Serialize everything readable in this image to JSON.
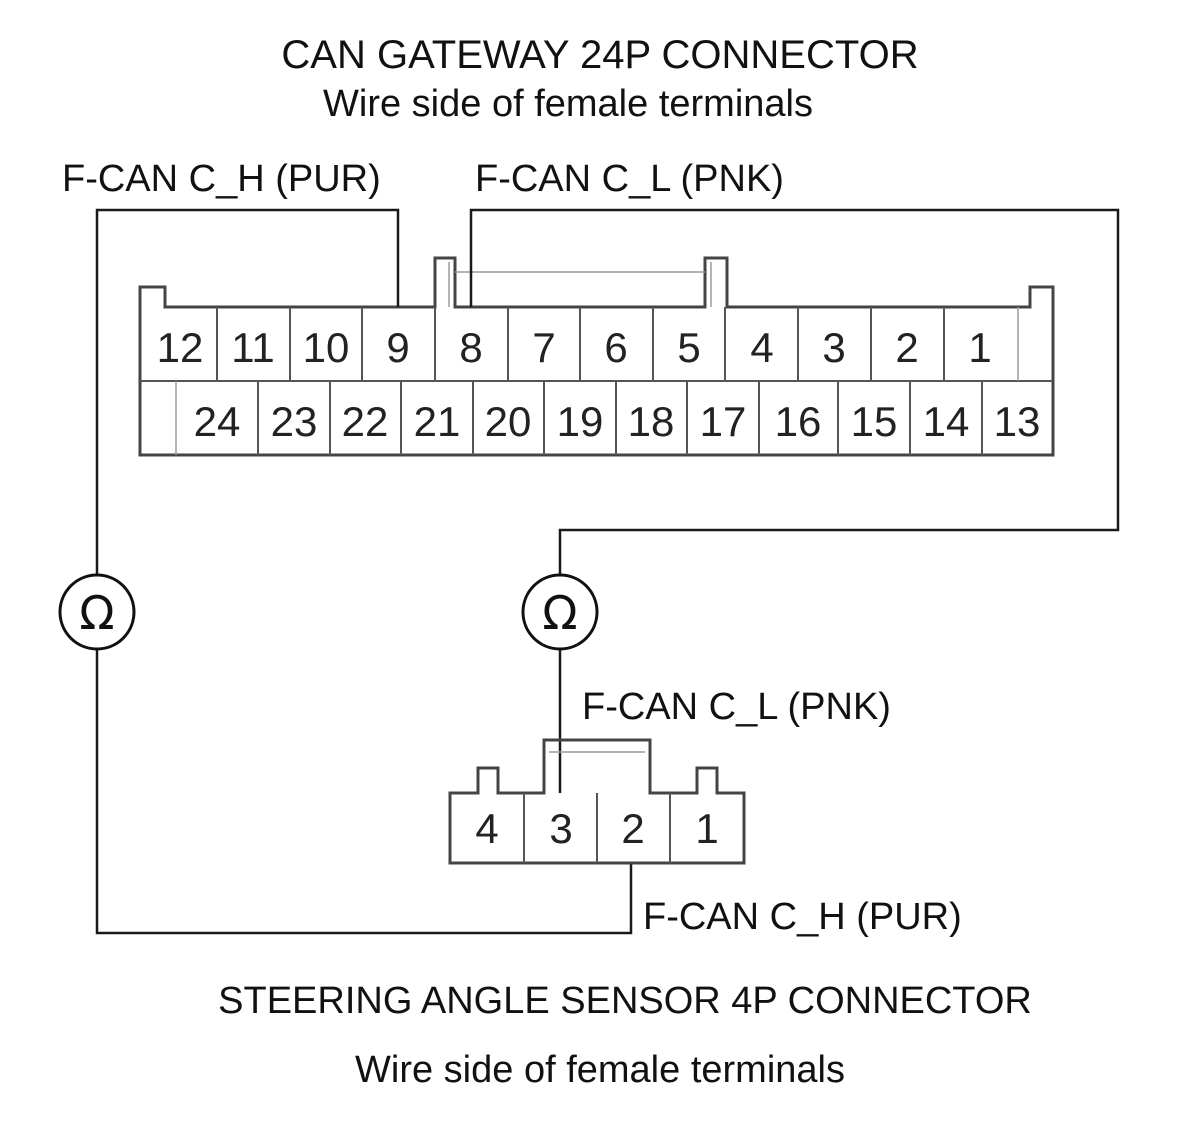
{
  "gateway": {
    "title": "CAN GATEWAY 24P CONNECTOR",
    "subtitle": "Wire side of female terminals",
    "top_row": [
      "12",
      "11",
      "10",
      "9",
      "8",
      "7",
      "6",
      "5",
      "4",
      "3",
      "2",
      "1"
    ],
    "bottom_row": [
      "24",
      "23",
      "22",
      "21",
      "20",
      "19",
      "18",
      "17",
      "16",
      "15",
      "14",
      "13"
    ]
  },
  "sensor": {
    "title": "STEERING ANGLE SENSOR 4P CONNECTOR",
    "subtitle": "Wire side of female terminals",
    "pins": [
      "4",
      "3",
      "2",
      "1"
    ]
  },
  "labels": {
    "gw_can_h": "F-CAN C_H (PUR)",
    "gw_can_l": "F-CAN C_L (PNK)",
    "sensor_can_l": "F-CAN C_L (PNK)",
    "sensor_can_h": "F-CAN C_H (PUR)"
  },
  "meter_symbol": "Ω",
  "icons": {
    "meter": "ohmmeter-icon"
  },
  "colors": {
    "line": "#1a1a1a",
    "background": "#ffffff"
  }
}
